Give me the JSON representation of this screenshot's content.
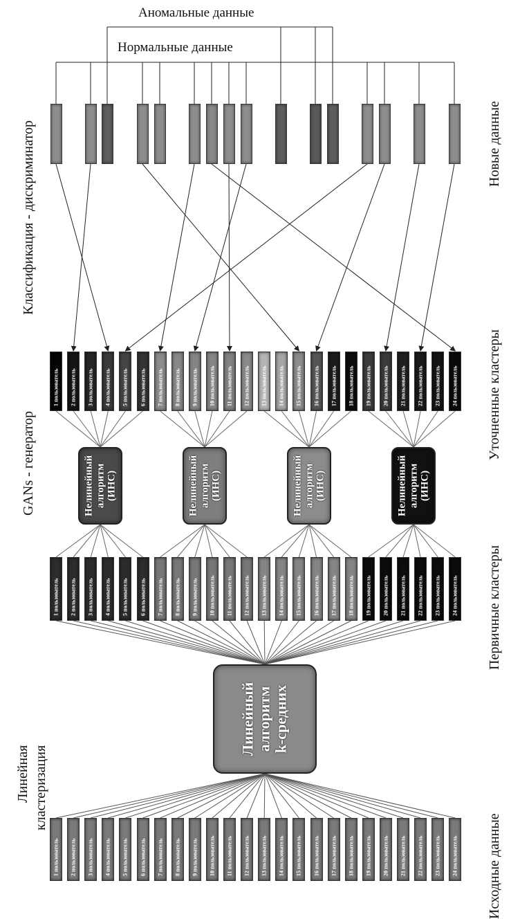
{
  "labels": {
    "anomalous": "Аномальные данные",
    "normal": "Нормальные данные",
    "left_classification": "Классификация - дискриминатор",
    "left_gan": "GANs - генератор",
    "left_linear_line1": "Линейная",
    "left_linear_line2": "кластеризация",
    "right_new_data": "Новые данные",
    "right_refined": "Уточненные кластеры",
    "right_primary": "Первичные кластеры",
    "right_source": "Исходные данные"
  },
  "kmeans_node": {
    "line1": "Линейный",
    "line2": "алгоритм",
    "line3": "k-средних",
    "color": "#8a8a8a"
  },
  "gan_nodes": [
    {
      "line1": "Нелинейный",
      "line2": "алгоритм",
      "line3": "(ИНС)",
      "color": "#4a4a4a"
    },
    {
      "line1": "Нелинейный",
      "line2": "алгоритм",
      "line3": "(ИНС)",
      "color": "#7e7e7e"
    },
    {
      "line1": "Нелинейный",
      "line2": "алгоритм",
      "line3": "(ИНС)",
      "color": "#8c8c8c"
    },
    {
      "line1": "Нелинейный",
      "line2": "алгоритм",
      "line3": "(ИНС)",
      "color": "#111111"
    }
  ],
  "user_word": "пользователь",
  "source_users": [
    1,
    2,
    3,
    4,
    5,
    6,
    7,
    8,
    9,
    10,
    11,
    12,
    13,
    14,
    15,
    16,
    17,
    18,
    19,
    20,
    21,
    22,
    23,
    24
  ],
  "source_color": "#7a7a7a",
  "primary_clusters": [
    {
      "users": [
        1,
        2,
        3,
        4,
        5,
        6
      ],
      "color": "#2c2c2c"
    },
    {
      "users": [
        7,
        8,
        9,
        10,
        11,
        12
      ],
      "color": "#777777"
    },
    {
      "users": [
        13,
        14,
        15,
        16,
        17,
        18
      ],
      "color": "#858585"
    },
    {
      "users": [
        19,
        20,
        21,
        22,
        23,
        24
      ],
      "color": "#0c0c0c"
    }
  ],
  "refined_colors": [
    "#050505",
    "#141414",
    "#262626",
    "#3a3a3a",
    "#444444",
    "#333333",
    "#8c8c8c",
    "#888888",
    "#858585",
    "#868686",
    "#828282",
    "#8a8a8a",
    "#b4b4b4",
    "#a6a6a6",
    "#8c8c8c",
    "#555555",
    "#1c1c1c",
    "#0c0c0c",
    "#3c3c3c",
    "#3a3a3a",
    "#202020",
    "#1a1a1a",
    "#151515",
    "#0a0a0a"
  ],
  "new_data": [
    {
      "index": 1,
      "type": "normal",
      "target": 4,
      "color": "#8e8e8e"
    },
    {
      "index": 2,
      "type": "normal",
      "target": 2,
      "color": "#8e8e8e"
    },
    {
      "index": 3,
      "type": "anomalous",
      "target": null,
      "color": "#5e5e5e"
    },
    {
      "index": 4,
      "type": "normal",
      "target": 15,
      "color": "#8e8e8e"
    },
    {
      "index": 5,
      "type": "normal",
      "target": null,
      "color": "#8e8e8e"
    },
    {
      "index": 6,
      "type": "normal",
      "target": 7,
      "color": "#8e8e8e"
    },
    {
      "index": 7,
      "type": "normal",
      "target": 24,
      "color": "#888888"
    },
    {
      "index": 8,
      "type": "normal",
      "target": 11,
      "color": "#8e8e8e"
    },
    {
      "index": 9,
      "type": "normal",
      "target": 9,
      "color": "#8e8e8e"
    },
    {
      "index": 10,
      "type": "anomalous",
      "target": null,
      "color": "#5e5e5e"
    },
    {
      "index": 11,
      "type": "anomalous",
      "target": null,
      "color": "#5a5a5a"
    },
    {
      "index": 12,
      "type": "anomalous",
      "target": null,
      "color": "#5e5e5e"
    },
    {
      "index": 13,
      "type": "normal",
      "target": 5,
      "color": "#8e8e8e"
    },
    {
      "index": 14,
      "type": "normal",
      "target": 16,
      "color": "#8e8e8e"
    },
    {
      "index": 15,
      "type": "normal",
      "target": 20,
      "color": "#8e8e8e"
    },
    {
      "index": 16,
      "type": "normal",
      "target": 22,
      "color": "#8e8e8e"
    }
  ]
}
